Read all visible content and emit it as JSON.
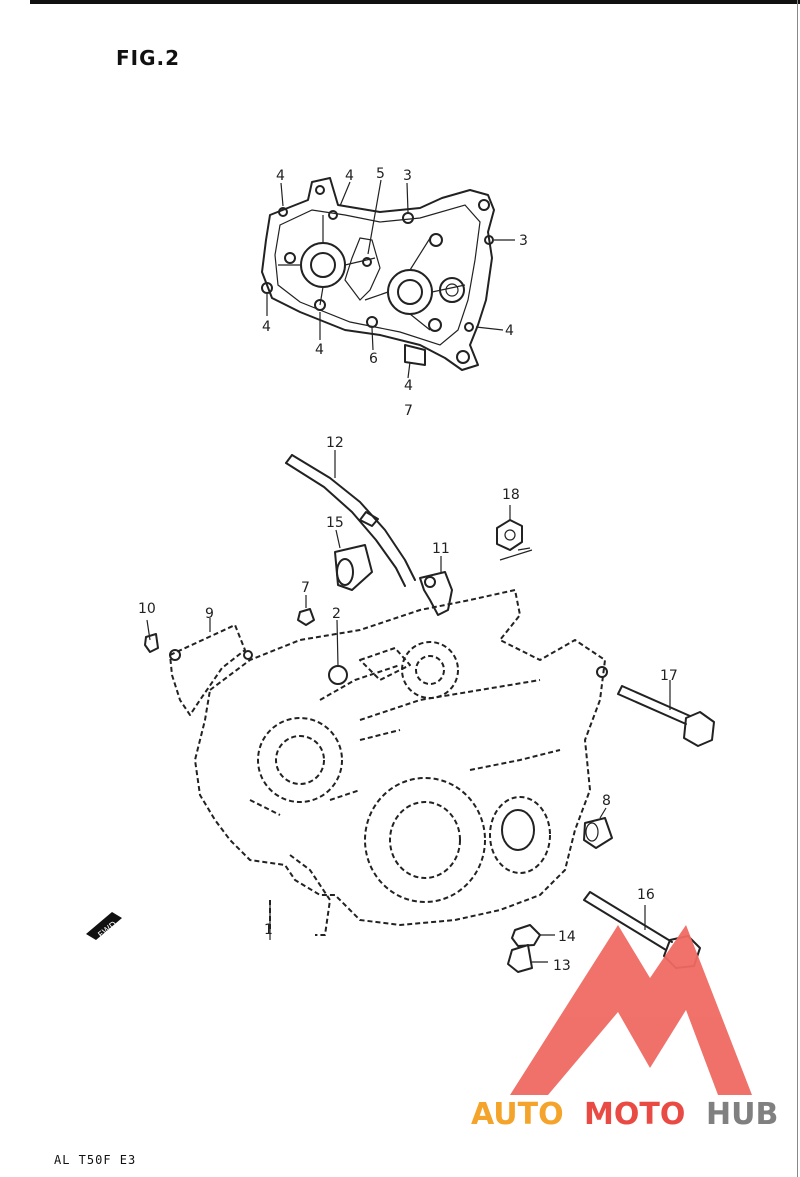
{
  "title": "FIG.2",
  "model_code": "AL T50F E3",
  "part_labels": [
    {
      "id": "p4a",
      "text": "4"
    },
    {
      "id": "p4b",
      "text": "4"
    },
    {
      "id": "p5",
      "text": "5"
    },
    {
      "id": "p3a",
      "text": "3"
    },
    {
      "id": "p3b",
      "text": "3"
    },
    {
      "id": "p4c",
      "text": "4"
    },
    {
      "id": "p4d",
      "text": "4"
    },
    {
      "id": "p4e",
      "text": "4"
    },
    {
      "id": "p6",
      "text": "6"
    },
    {
      "id": "p4f",
      "text": "4"
    },
    {
      "id": "p7a",
      "text": "7"
    },
    {
      "id": "p12",
      "text": "12"
    },
    {
      "id": "p18",
      "text": "18"
    },
    {
      "id": "p15",
      "text": "15"
    },
    {
      "id": "p11",
      "text": "11"
    },
    {
      "id": "p7b",
      "text": "7"
    },
    {
      "id": "p2",
      "text": "2"
    },
    {
      "id": "p10",
      "text": "10"
    },
    {
      "id": "p9",
      "text": "9"
    },
    {
      "id": "p17",
      "text": "17"
    },
    {
      "id": "p8",
      "text": "8"
    },
    {
      "id": "p16",
      "text": "16"
    },
    {
      "id": "p1",
      "text": "1"
    },
    {
      "id": "p14",
      "text": "14"
    },
    {
      "id": "p13",
      "text": "13"
    }
  ],
  "fwd_badge": "FWD",
  "watermark": {
    "part1": "AUTO",
    "part2": "MOTO",
    "part3": "HUB",
    "color1": "#f5a020",
    "color2": "#e8423a",
    "color3": "#7a7a7a",
    "logo_color": "#ef6a62"
  }
}
